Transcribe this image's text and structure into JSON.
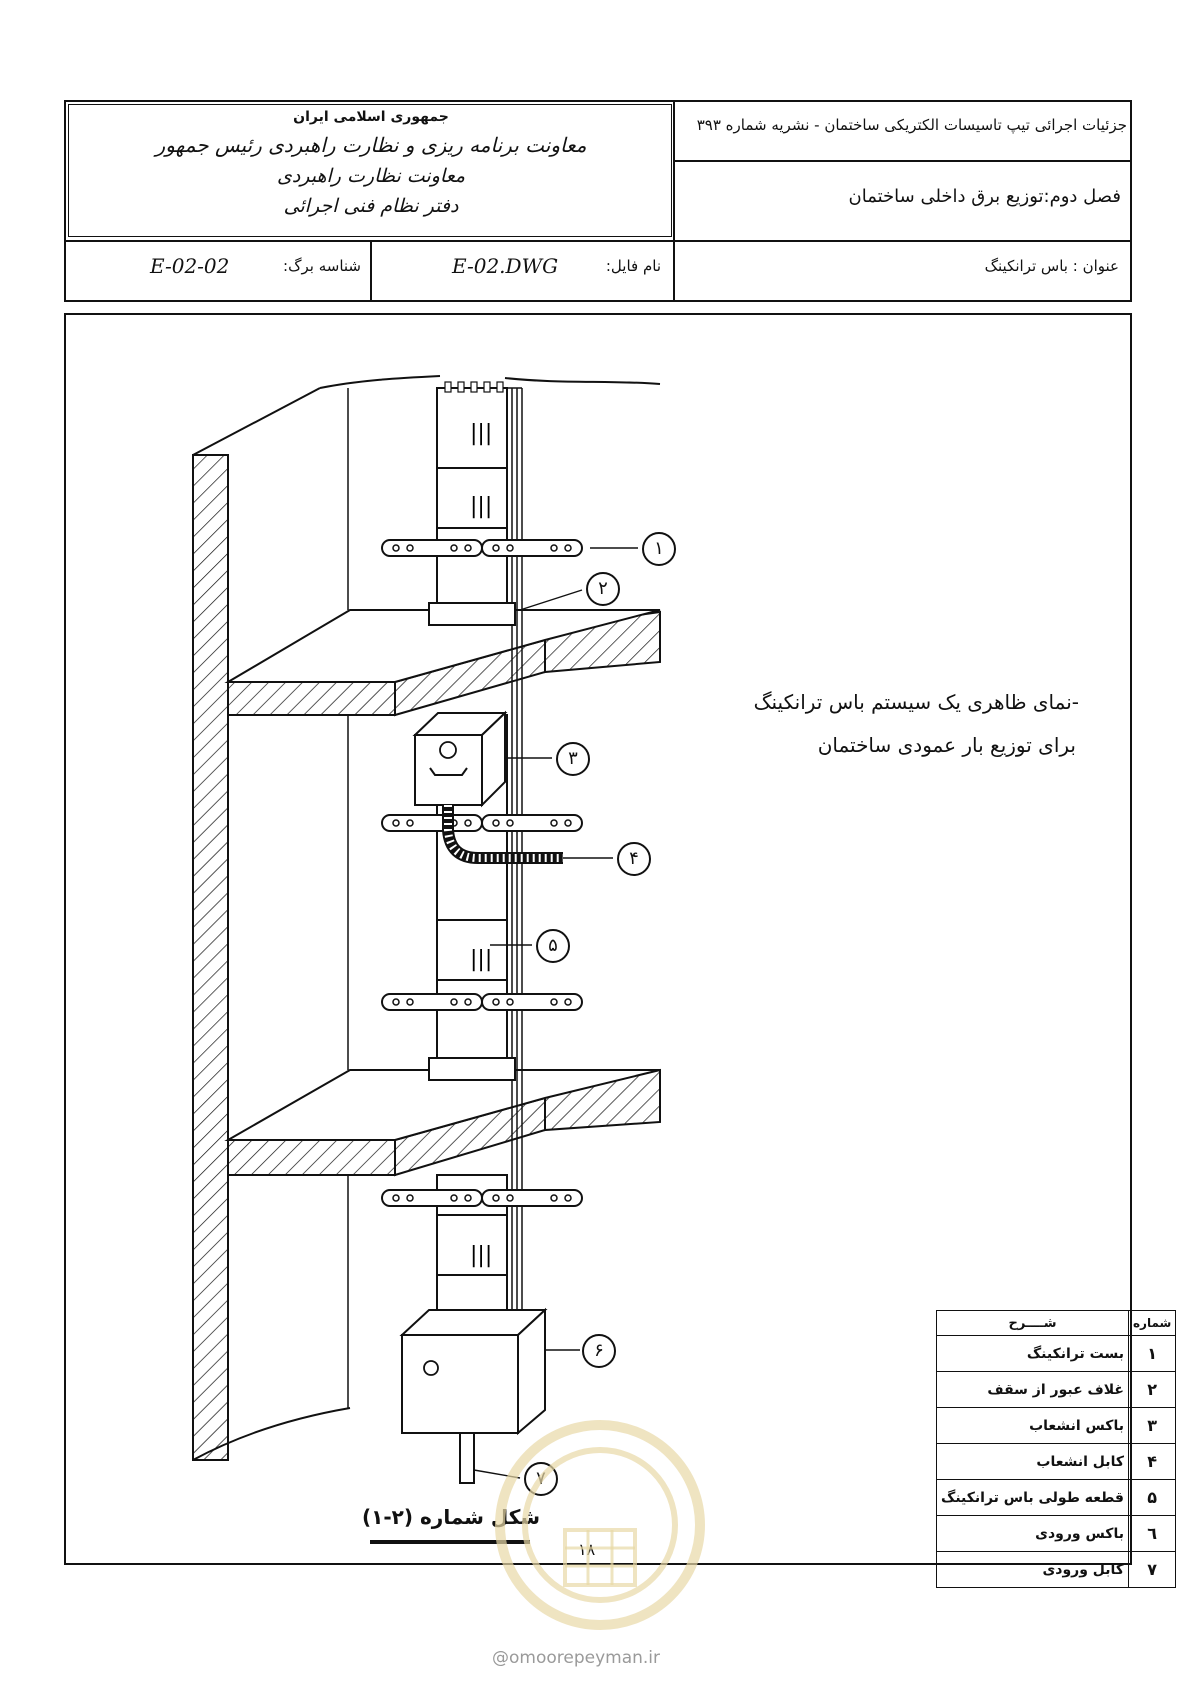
{
  "header": {
    "org_line1": "جمهوری اسلامی ایران",
    "org_line2": "معاونت برنامه ریزی و نظارت راهبردی رئیس جمهور",
    "org_line3": "معاونت نظارت راهبردی",
    "org_line4": "دفتر نظام فنی اجرائی",
    "publication": "جزئیات اجرائی تیپ تاسیسات الکتریکی ساختمان - نشریه شماره ۳۹۳",
    "chapter": "فصل دوم:توزیع برق داخلی ساختمان",
    "sheet_id_label": "شناسه برگ:",
    "sheet_id_value": "E-02-02",
    "file_name_label": "نام فایل:",
    "file_name_value": "E-02.DWG",
    "title_label": "عنوان :",
    "title_value": "باس ترانکینگ"
  },
  "drawing": {
    "note_line1": "-نمای ظاهری یک سیستم باس ترانکینگ",
    "note_line2": "برای توزیع  بار عمودی ساختمان",
    "callouts": [
      "۱",
      "۲",
      "۳",
      "۴",
      "۵",
      "۶",
      "۷"
    ],
    "figure_caption": "شکل شماره (۲-۱)",
    "page_number": "۱۸"
  },
  "legend": {
    "header_number": "شماره",
    "header_description": "شــــرح",
    "rows": [
      {
        "num": "۱",
        "text": "بست ترانکینگ"
      },
      {
        "num": "۲",
        "text": "غلاف عبور از سقف"
      },
      {
        "num": "۳",
        "text": "باکس انشعاب"
      },
      {
        "num": "۴",
        "text": "کابل انشعاب"
      },
      {
        "num": "۵",
        "text": "قطعه طولی باس ترانکینگ"
      },
      {
        "num": "٦",
        "text": "باکس ورودی"
      },
      {
        "num": "۷",
        "text": "کابل ورودی"
      }
    ]
  },
  "footer": {
    "watermark_url": "omoorepeyman.ir"
  }
}
